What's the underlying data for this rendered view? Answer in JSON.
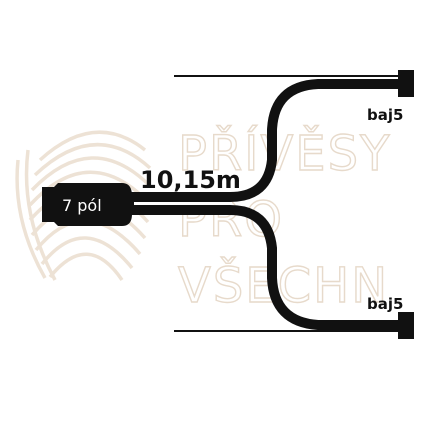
{
  "watermark": {
    "lines": [
      "PŘÍVĚSY",
      "PRO",
      "VŠECHN"
    ],
    "color": "#e7dacb",
    "icon": "stripes-circle-logo"
  },
  "cable": {
    "length_label": "10,15m",
    "connector_label": "7 pól",
    "color": "#111111"
  },
  "branches": {
    "top_label": "baj5",
    "bottom_label": "baj5"
  }
}
